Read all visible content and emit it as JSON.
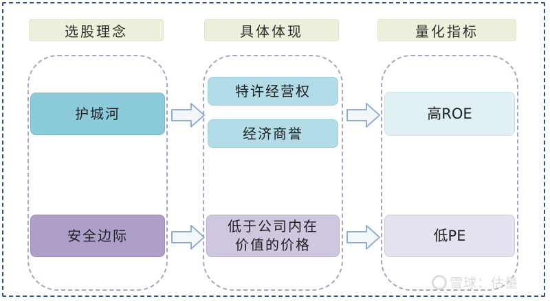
{
  "headers": {
    "col1": "选股理念",
    "col2": "具体体现",
    "col3": "量化指标"
  },
  "concepts": {
    "moat": "护城河",
    "margin_of_safety": "安全边际"
  },
  "manifestations": {
    "franchise": "特许经营权",
    "goodwill": "经济商誉",
    "undervalued": "低于公司内在价值的价格"
  },
  "metrics": {
    "roe": "高ROE",
    "pe": "低PE"
  },
  "watermark": "雪球：估量",
  "colors": {
    "header_fill": "#eef0dc",
    "teal": "#8ccbdb",
    "purple": "#ad9fc9",
    "frame": "#2e4f86",
    "arrow": "#8faed6"
  }
}
